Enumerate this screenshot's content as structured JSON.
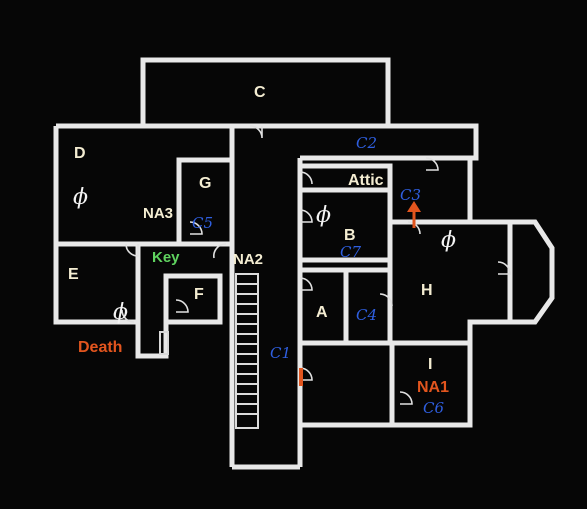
{
  "rooms": {
    "C": "C",
    "D": "D",
    "G": "G",
    "attic": "Attic",
    "B": "B",
    "E": "E",
    "F": "F",
    "H": "H",
    "A": "A",
    "I": "I"
  },
  "zones": {
    "na1": "NA1",
    "na2": "NA2",
    "na3": "NA3"
  },
  "markers": {
    "key": "Key",
    "death": "Death",
    "empty_symbol": "ϕ"
  },
  "cameras": {
    "c1": "C1",
    "c2": "C2",
    "c3": "C3",
    "c4": "C4",
    "c5": "C5",
    "c6": "C6",
    "c7": "C7"
  },
  "colors": {
    "wall": "#e8e8e8",
    "room_label": "#f4edd2",
    "camera_label": "#2f5fe0",
    "key_label": "#5fd35f",
    "hazard_label": "#e2551e",
    "arrow": "#e2551e"
  }
}
